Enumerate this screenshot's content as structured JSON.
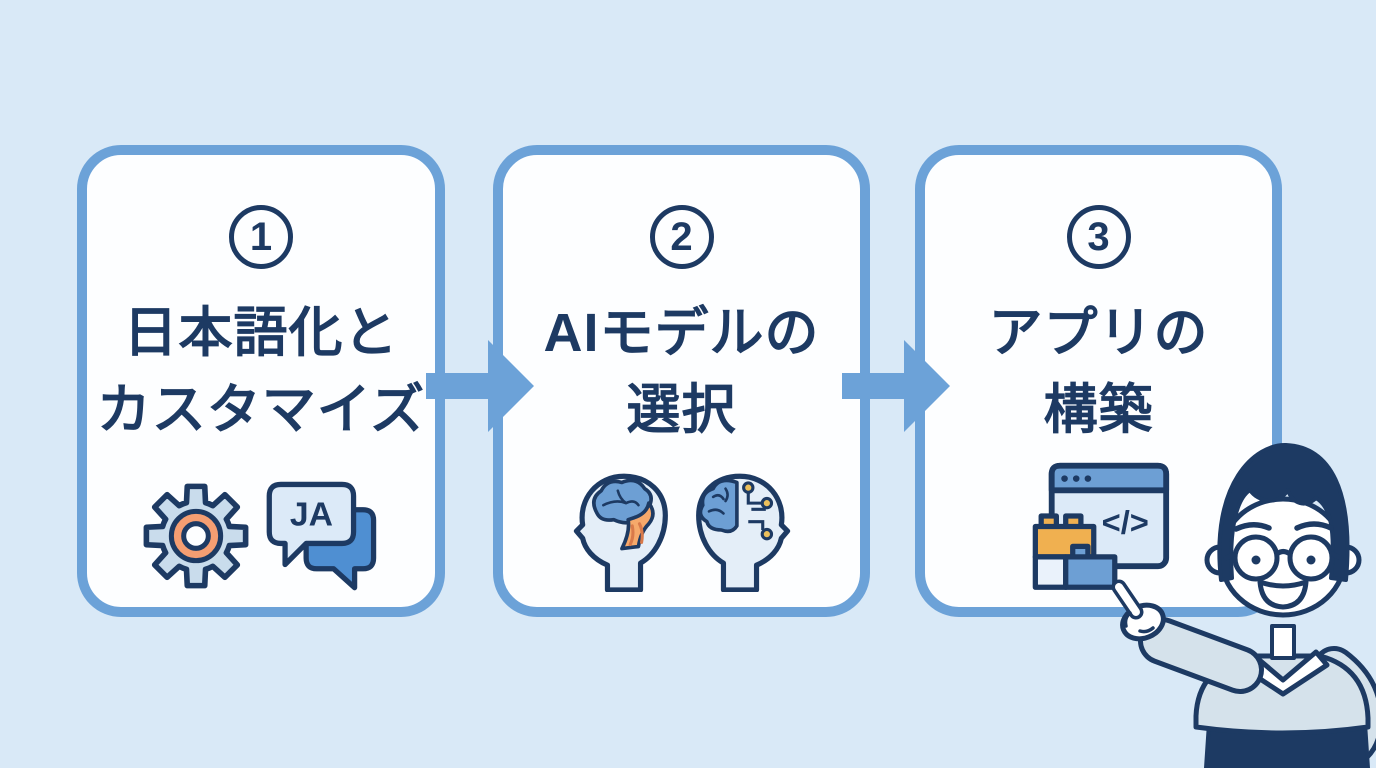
{
  "diagram": {
    "type": "horizontal-3-step-process",
    "colors": {
      "background": "#d9e9f7",
      "card_fill": "#fdfeff",
      "accent_blue": "#6ca2d8",
      "navy_text": "#1d3a63",
      "icon_light_blue": "#dceaf8",
      "icon_mid_blue": "#6d9fd4",
      "bubble_back_blue": "#4f8fd2",
      "gear_body_blue": "#c9dcec",
      "gear_ring_orange": "#f59e72",
      "lego_orange": "#f0b050",
      "circuit_dot_yellow": "#ecc05c",
      "sweater_gray_blue": "#d5e2eb"
    },
    "steps": [
      {
        "number": "1",
        "title_line1": "日本語化と",
        "title_line2": "カスタマイズ",
        "icons": [
          "gear-icon",
          "ja-chat-bubbles-icon"
        ]
      },
      {
        "number": "2",
        "title_line1": "AIモデルの",
        "title_line2": "選択",
        "icons": [
          "brain-head-icon",
          "circuit-brain-head-icon"
        ]
      },
      {
        "number": "3",
        "title_line1": "アプリの",
        "title_line2": "構築",
        "icons": [
          "app-window-blocks-icon"
        ]
      }
    ],
    "connectors": [
      "right-arrow",
      "right-arrow"
    ],
    "labels": {
      "ja_badge": "JA",
      "code_glyph": "</>"
    },
    "illustration_icons": [
      "person-pointing-illustration"
    ]
  }
}
